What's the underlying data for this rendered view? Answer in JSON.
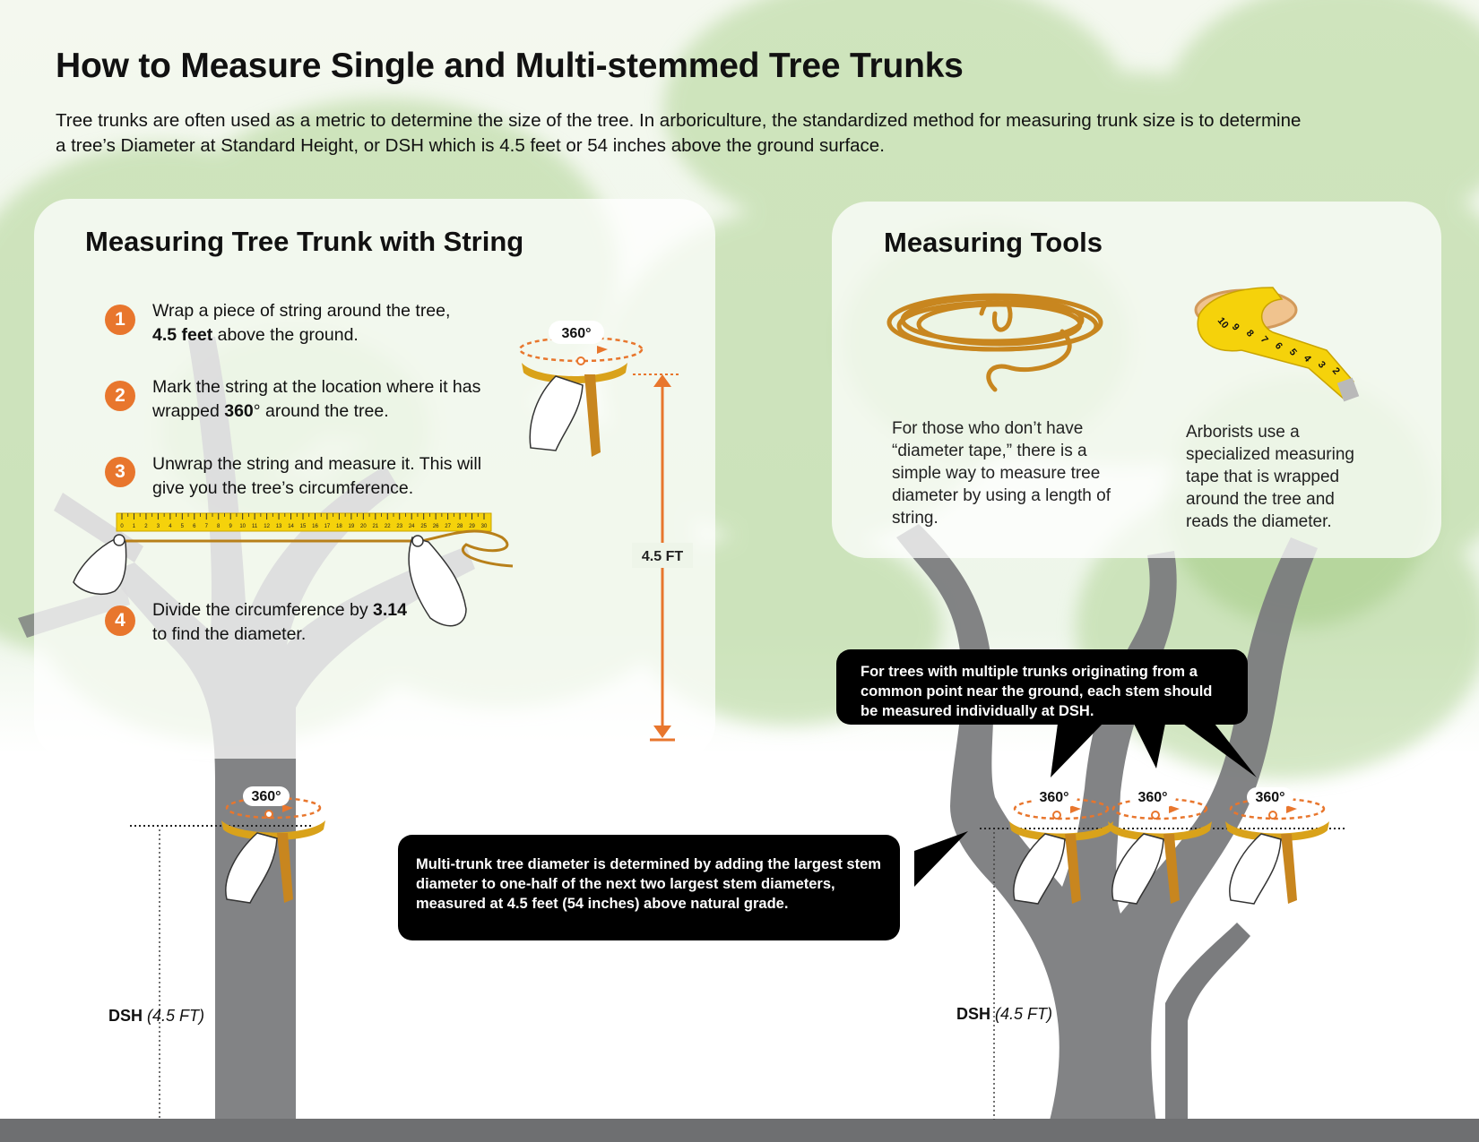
{
  "title": "How to Measure Single and Multi-stemmed Tree Trunks",
  "intro": "Tree trunks are often used as a metric to determine the size of the tree. In arboriculture, the standardized method for measuring trunk size is to determine a tree’s Diameter at Standard Height, or DSH which is 4.5 feet or 54 inches above the ground surface.",
  "string_panel": {
    "title": "Measuring Tree Trunk with String",
    "steps": [
      {
        "num": "1",
        "pre": "Wrap a piece of string around the tree, ",
        "bold": "4.5 feet",
        "post": " above the ground."
      },
      {
        "num": "2",
        "pre": "Mark the string at the location where it has wrapped ",
        "bold": "360",
        "post": "° around the tree."
      },
      {
        "num": "3",
        "pre": "Unwrap the string and measure it. This will give you the tree’s circumference.",
        "bold": "",
        "post": ""
      },
      {
        "num": "4",
        "pre": "Divide the circumference by ",
        "bold": "3.14",
        "post": " to find the diameter."
      }
    ],
    "height_label": "4.5 FT",
    "ruler_ticks": [
      "0",
      "1",
      "2",
      "3",
      "4",
      "5",
      "6",
      "7",
      "8",
      "9",
      "10",
      "11",
      "12",
      "13",
      "14",
      "15",
      "16",
      "17",
      "18",
      "19",
      "20",
      "21",
      "22",
      "23",
      "24",
      "25",
      "26",
      "27",
      "28",
      "29",
      "30"
    ]
  },
  "tools_panel": {
    "title": "Measuring Tools",
    "string_text": "For those who don’t have “diameter tape,” there is a simple way to measure tree diameter by using a length of string.",
    "tape_text": "Arborists use a specialized measuring tape that is wrapped around the tree and reads the diameter.",
    "tape_numbers": [
      "10",
      "9",
      "8",
      "7",
      "6",
      "5",
      "4",
      "3",
      "2"
    ]
  },
  "rotation_label": "360°",
  "multi_trunk_bubble": "For trees with multiple trunks originating from a common point near the ground, each stem should be measured individually at DSH.",
  "formula_bubble": "Multi-trunk tree diameter is determined by adding the largest stem diameter to one-half of the next two largest stem diameters, measured at 4.5 feet (54 inches) above natural grade.",
  "dsh_label": {
    "abbr": "DSH",
    "value": "(4.5 FT)"
  },
  "colors": {
    "orange": "#e8762d",
    "trunk": "#7b7c7e",
    "string": "#c8861f",
    "tape_yellow": "#f5d20b",
    "foliage": "#a9cf8a"
  }
}
